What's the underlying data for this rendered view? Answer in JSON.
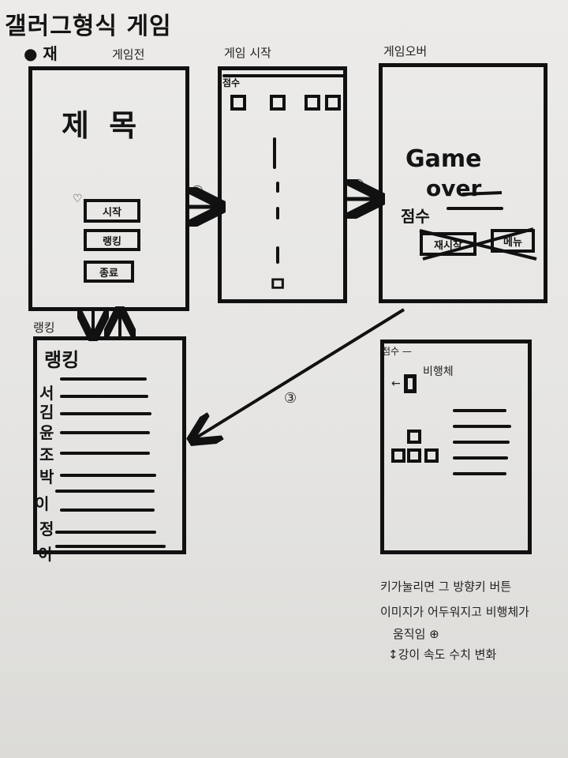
{
  "title": "갤러그형식 게임",
  "subtitle_mark": "● 재",
  "screens": {
    "before": {
      "label": "게임전",
      "heading": "제 목",
      "buttons": [
        "시작",
        "랭킹",
        "종료"
      ]
    },
    "start": {
      "label": "게임 시작",
      "score": "점수",
      "player": "ㅁ"
    },
    "over": {
      "label": "게임오버",
      "line1": "Game",
      "line2": "over",
      "score": "점수",
      "buttons": [
        "재시작",
        "메뉴"
      ]
    },
    "ranking": {
      "label": "랭킹",
      "heading": "랭킹",
      "names": [
        "서",
        "김",
        "윤",
        "조",
        "박",
        "이",
        "정",
        "이"
      ]
    },
    "controls": {
      "plane_label": "비행체",
      "top": "점수 —",
      "left_arrow": "←"
    }
  },
  "steps": [
    "①",
    "②",
    "③"
  ],
  "notes": [
    "키가눌리면 그 방향키 버튼",
    "이미지가 어두워지고 비행체가",
    "움직임 ⊕",
    "↕강이 속도 수치 변화"
  ]
}
